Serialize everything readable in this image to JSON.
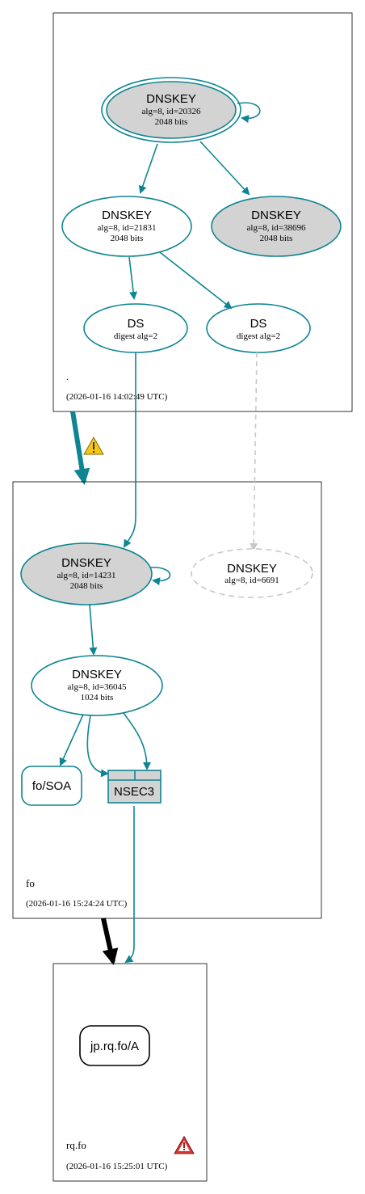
{
  "colors": {
    "teal": "#0e8592",
    "gray_fill": "#d3d3d3",
    "dashed_gray": "#c8c8c8",
    "black": "#000000",
    "warning_yellow": "#f5c518",
    "warning_red": "#d93a3a"
  },
  "zones": {
    "root": {
      "name": ".",
      "timestamp": "(2026-01-16 14:02:49 UTC)"
    },
    "fo": {
      "name": "fo",
      "timestamp": "(2026-01-16 15:24:24 UTC)"
    },
    "rqfo": {
      "name": "rq.fo",
      "timestamp": "(2026-01-16 15:25:01 UTC)"
    }
  },
  "nodes": {
    "root_ksk": {
      "title": "DNSKEY",
      "line1": "alg=8, id=20326",
      "line2": "2048 bits"
    },
    "root_zsk1": {
      "title": "DNSKEY",
      "line1": "alg=8, id=21831",
      "line2": "2048 bits"
    },
    "root_zsk2": {
      "title": "DNSKEY",
      "line1": "alg=8, id=38696",
      "line2": "2048 bits"
    },
    "fo_ds1": {
      "title": "DS",
      "line1": "digest alg=2"
    },
    "fo_ds2": {
      "title": "DS",
      "line1": "digest alg=2"
    },
    "fo_ksk": {
      "title": "DNSKEY",
      "line1": "alg=8, id=14231",
      "line2": "2048 bits"
    },
    "fo_missing": {
      "title": "DNSKEY",
      "line1": "alg=8, id=6691"
    },
    "fo_zsk": {
      "title": "DNSKEY",
      "line1": "alg=8, id=36045",
      "line2": "1024 bits"
    },
    "fo_soa": {
      "label": "fo/SOA"
    },
    "fo_nsec3": {
      "label": "NSEC3"
    },
    "rq_a": {
      "label": "jp.rq.fo/A"
    }
  },
  "icons": {
    "delegation_warning": "warning-triangle-icon",
    "zone_error": "error-triangle-icon"
  }
}
